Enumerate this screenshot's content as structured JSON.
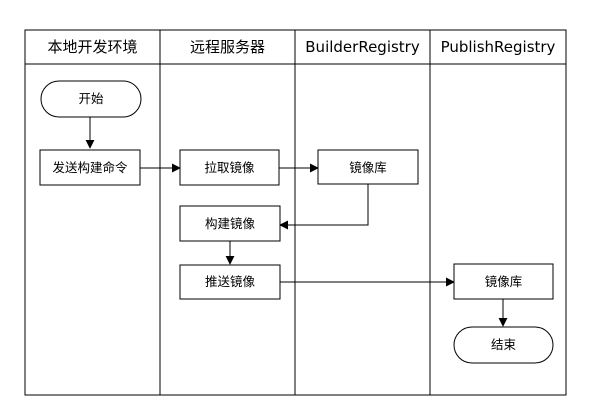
{
  "lanes": [
    {
      "id": "local",
      "title": "本地开发环境"
    },
    {
      "id": "remote",
      "title": "远程服务器"
    },
    {
      "id": "builder",
      "title": "BuilderRegistry"
    },
    {
      "id": "publish",
      "title": "PublishRegistry"
    }
  ],
  "nodes": {
    "start": {
      "label": "开始",
      "shape": "terminal"
    },
    "send_build": {
      "label": "发送构建命令",
      "shape": "process"
    },
    "pull_image": {
      "label": "拉取镜像",
      "shape": "process"
    },
    "builder_repo": {
      "label": "镜像库",
      "shape": "process"
    },
    "build_image": {
      "label": "构建镜像",
      "shape": "process"
    },
    "push_image": {
      "label": "推送镜像",
      "shape": "process"
    },
    "publish_repo": {
      "label": "镜像库",
      "shape": "process"
    },
    "end": {
      "label": "结束",
      "shape": "terminal"
    }
  },
  "edges": [
    {
      "from": "start",
      "to": "send_build"
    },
    {
      "from": "send_build",
      "to": "pull_image"
    },
    {
      "from": "pull_image",
      "to": "builder_repo"
    },
    {
      "from": "builder_repo",
      "to": "build_image"
    },
    {
      "from": "build_image",
      "to": "push_image"
    },
    {
      "from": "push_image",
      "to": "publish_repo"
    },
    {
      "from": "publish_repo",
      "to": "end"
    }
  ]
}
